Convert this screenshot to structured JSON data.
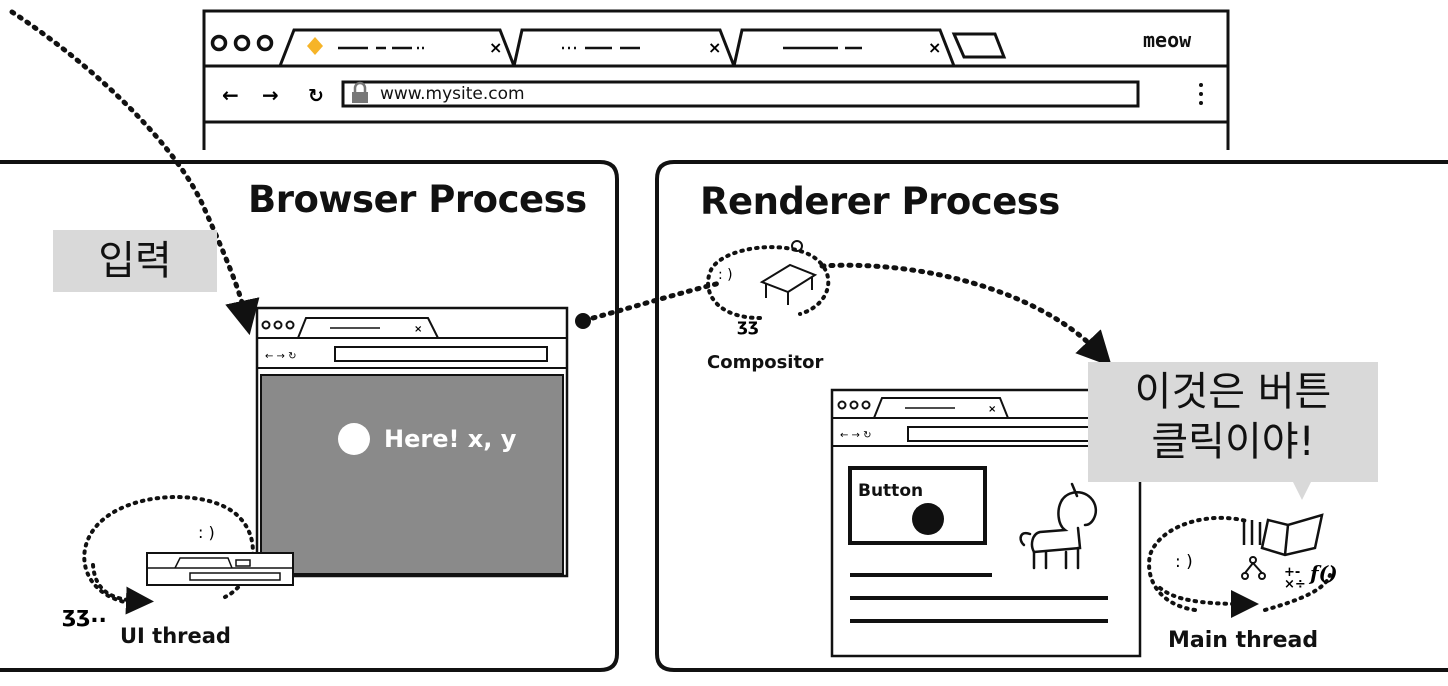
{
  "top_browser": {
    "window_label": "meow",
    "url": "www.mysite.com"
  },
  "browser_process": {
    "title": "Browser Process",
    "input_label": "입력",
    "click_label": "Here! x, y",
    "thread_label": "UI thread"
  },
  "renderer_process": {
    "title": "Renderer Process",
    "compositor_label": "Compositor",
    "button_label": "Button",
    "thread_label": "Main thread",
    "speech_line1": "이것은 버튼",
    "speech_line2": "클릭이야!"
  }
}
